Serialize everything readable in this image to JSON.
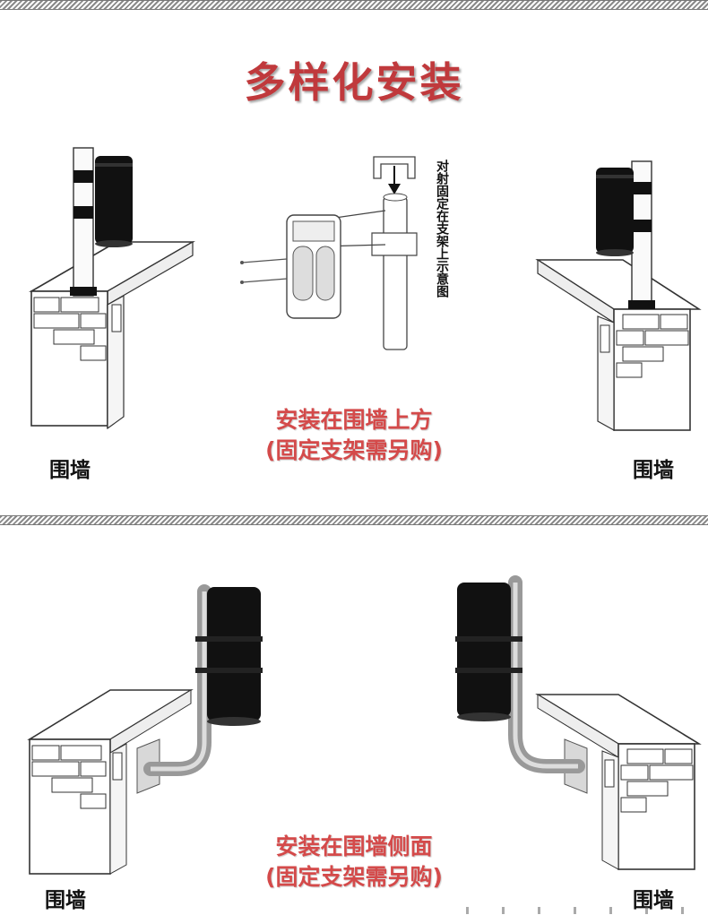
{
  "title": "多样化安装",
  "section_top": {
    "caption_line1": "安装在围墙上方",
    "caption_line2": "(固定支架需另购)",
    "diagram_note": "对射固定在支架上示意图",
    "left_label": "围墙",
    "right_label": "围墙"
  },
  "section_bottom": {
    "caption_line1": "安装在围墙侧面",
    "caption_line2": "(固定支架需另购)",
    "left_label": "围墙",
    "right_label": "围墙"
  },
  "icons": {
    "arrow": "arrow-down-icon"
  },
  "colors": {
    "title": "#c0393c",
    "caption": "#d44a4a",
    "sensor": "#111111",
    "hatch": "#8a8a8a"
  }
}
